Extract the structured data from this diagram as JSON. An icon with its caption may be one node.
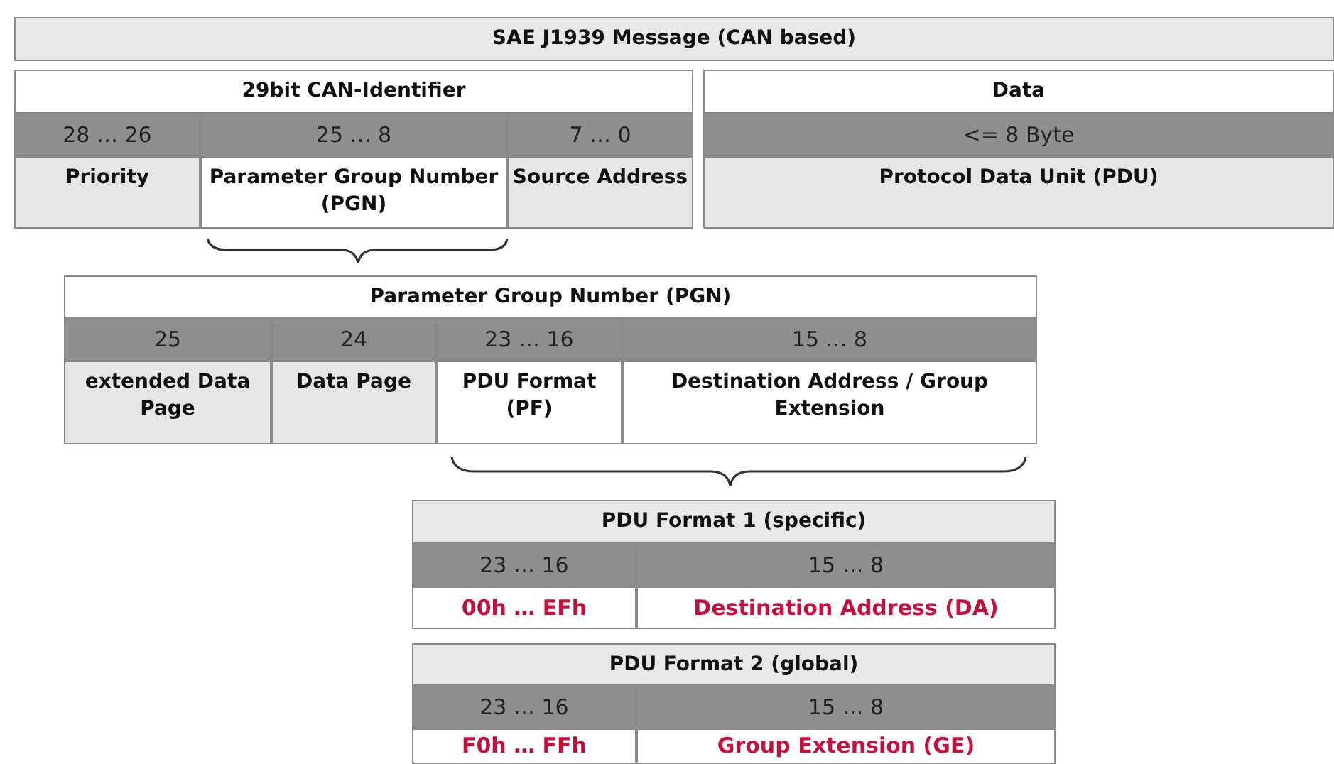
{
  "diagram": {
    "nodes": [
      {
        "text": [
          "SAE J1939 Message (CAN based)"
        ]
      },
      {
        "text": [
          "29bit CAN-Identifier"
        ]
      },
      {
        "text": [
          "28 … 26"
        ]
      },
      {
        "text": [
          "25 … 8"
        ]
      },
      {
        "text": [
          "7 … 0"
        ]
      },
      {
        "text": [
          "Priority"
        ]
      },
      {
        "text": [
          "Parameter Group Number (PGN)"
        ]
      },
      {
        "text": [
          "Source Address"
        ]
      },
      {
        "text": [
          "Data"
        ]
      },
      {
        "text": [
          "<= 8 Byte"
        ]
      },
      {
        "text": [
          "Protocol Data Unit (PDU)"
        ]
      },
      {
        "text": [
          "Parameter Group Number (PGN)"
        ]
      },
      {
        "text": [
          "25"
        ]
      },
      {
        "text": [
          "24"
        ]
      },
      {
        "text": [
          "23 … 16"
        ]
      },
      {
        "text": [
          "15 … 8"
        ]
      },
      {
        "text": [
          "extended Data Page"
        ]
      },
      {
        "text": [
          "Data Page"
        ]
      },
      {
        "text": [
          "PDU Format (PF)"
        ]
      },
      {
        "text": [
          "Destination Address / Group Extension"
        ]
      },
      {
        "text": [
          "PDU Format 1 (specific)"
        ]
      },
      {
        "text": [
          "23 … 16"
        ]
      },
      {
        "text": [
          "15 … 8"
        ]
      },
      {
        "text": [
          "00h … EFh"
        ]
      },
      {
        "text": [
          "Destination Address (DA)"
        ]
      },
      {
        "text": [
          "PDU Format 2 (global)"
        ]
      },
      {
        "text": [
          "23 … 16"
        ]
      },
      {
        "text": [
          "15 … 8"
        ]
      },
      {
        "text": [
          "F0h … FFh"
        ]
      },
      {
        "text": [
          "Group Extension (GE)"
        ]
      }
    ]
  }
}
